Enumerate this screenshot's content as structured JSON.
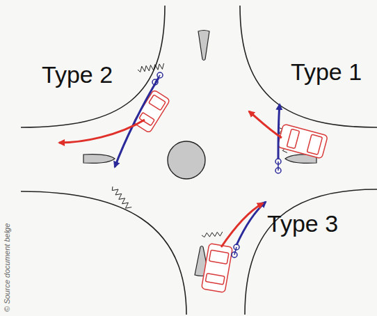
{
  "diagram": {
    "labels": [
      "Type 2",
      "Type 1",
      "Type 3",
      "© Source document belge"
    ]
  }
}
